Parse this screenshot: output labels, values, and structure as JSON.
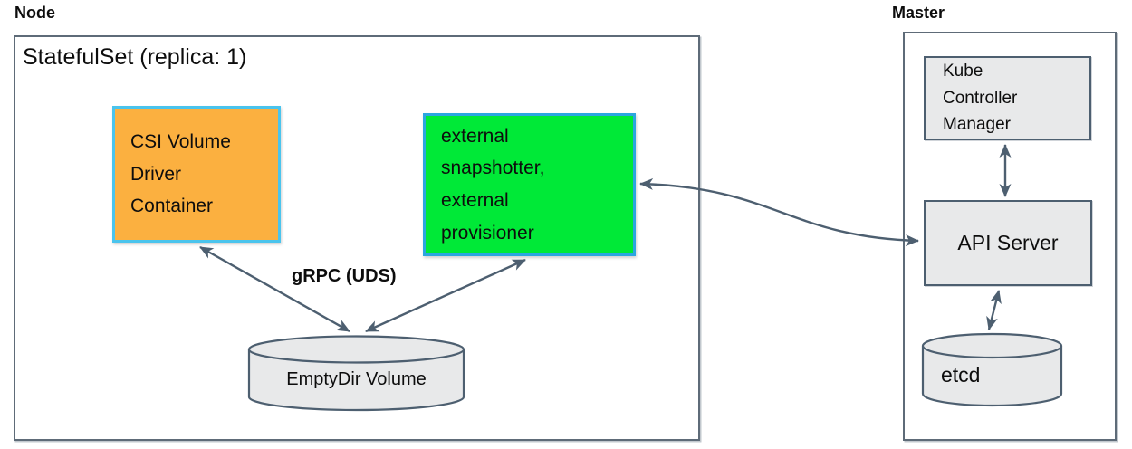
{
  "node": {
    "title": "Node",
    "statefulset": "StatefulSet (replica: 1)",
    "csi_container": "CSI Volume\nDriver\nContainer",
    "sidecars": "external\nsnapshotter,\nexternal\nprovisioner",
    "grpc": "gRPC (UDS)",
    "emptydir": "EmptyDir Volume"
  },
  "master": {
    "title": "Master",
    "kube_controller_manager": "Kube\nController\nManager",
    "api_server": "API Server",
    "etcd": "etcd"
  },
  "colors": {
    "slate": "#4d5f70",
    "outer-border": "#5e6b78",
    "orange": "#fbb040",
    "orange-border": "#4ac4ed",
    "green": "#00e937",
    "green-border": "#2ba6df",
    "gray": "#e8e9ea",
    "text": "#0d0d0d"
  }
}
